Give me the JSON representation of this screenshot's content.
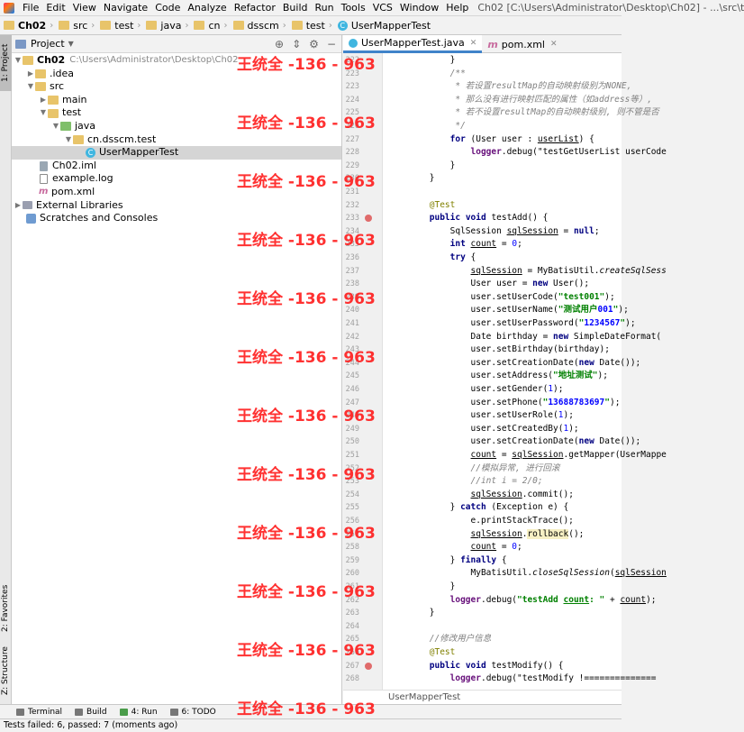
{
  "menubar": {
    "items": [
      "File",
      "Edit",
      "View",
      "Navigate",
      "Code",
      "Analyze",
      "Refactor",
      "Build",
      "Run",
      "Tools",
      "VCS",
      "Window",
      "Help"
    ],
    "window_title": "Ch02 [C:\\Users\\Administrator\\Desktop\\Ch02] - ...\\src\\t"
  },
  "navbar": {
    "crumbs": [
      "Ch02",
      "src",
      "test",
      "java",
      "cn",
      "dsscm",
      "test",
      "UserMapperTest"
    ]
  },
  "left_strip": {
    "project_tab": "1: Project",
    "favorites_tab": "2: Favorites",
    "structure_tab": "Z: Structure"
  },
  "project_panel": {
    "title": "Project",
    "tree": [
      {
        "label": "Ch02",
        "path": "C:\\Users\\Administrator\\Desktop\\Ch02",
        "icon": "folder-icon"
      },
      {
        "label": ".idea",
        "icon": "folder-icon"
      },
      {
        "label": "src",
        "icon": "folder-icon"
      },
      {
        "label": "main",
        "icon": "folder-icon"
      },
      {
        "label": "test",
        "icon": "folder-icon"
      },
      {
        "label": "java",
        "icon": "test-source-folder-icon"
      },
      {
        "label": "cn.dsscm.test",
        "icon": "package-icon"
      },
      {
        "label": "UserMapperTest",
        "icon": "class-icon"
      },
      {
        "label": "Ch02.iml",
        "icon": "module-file-icon"
      },
      {
        "label": "example.log",
        "icon": "text-file-icon"
      },
      {
        "label": "pom.xml",
        "icon": "maven-icon"
      },
      {
        "label": "External Libraries",
        "icon": "library-icon"
      },
      {
        "label": "Scratches and Consoles",
        "icon": "scratch-icon"
      }
    ]
  },
  "editor": {
    "tabs": [
      {
        "label": "UserMapperTest.java",
        "active": true
      },
      {
        "label": "pom.xml",
        "active": false
      }
    ],
    "bottom_breadcrumb": "UserMapperTest",
    "lines": [
      {
        "n": "222",
        "t": "            }"
      },
      {
        "n": "223",
        "t": "            /**"
      },
      {
        "n": "223",
        "t": "             * 若设置resultMap的自动映射级别为NONE,"
      },
      {
        "n": "224",
        "t": "             * 那么没有进行映射匹配的属性（如address等）,"
      },
      {
        "n": "225",
        "t": "             * 若不设置resultMap的自动映射级别, 则不管是否"
      },
      {
        "n": "226",
        "t": "             */"
      },
      {
        "n": "227",
        "t": "            for (User user : userList) {"
      },
      {
        "n": "228",
        "t": "                logger.debug(\"testGetUserList userCode"
      },
      {
        "n": "229",
        "t": "            }"
      },
      {
        "n": "230",
        "t": "        }"
      },
      {
        "n": "231",
        "t": ""
      },
      {
        "n": "232",
        "t": "        @Test"
      },
      {
        "n": "233",
        "t": "        public void testAdd() {"
      },
      {
        "n": "234",
        "t": "            SqlSession sqlSession = null;"
      },
      {
        "n": "235",
        "t": "            int count = 0;"
      },
      {
        "n": "236",
        "t": "            try {"
      },
      {
        "n": "237",
        "t": "                sqlSession = MyBatisUtil.createSqlSess"
      },
      {
        "n": "238",
        "t": "                User user = new User();"
      },
      {
        "n": "239",
        "t": "                user.setUserCode(\"test001\");"
      },
      {
        "n": "240",
        "t": "                user.setUserName(\"测试用户001\");"
      },
      {
        "n": "241",
        "t": "                user.setUserPassword(\"1234567\");"
      },
      {
        "n": "242",
        "t": "                Date birthday = new SimpleDateFormat("
      },
      {
        "n": "243",
        "t": "                user.setBirthday(birthday);"
      },
      {
        "n": "244",
        "t": "                user.setCreationDate(new Date());"
      },
      {
        "n": "245",
        "t": "                user.setAddress(\"地址测试\");"
      },
      {
        "n": "246",
        "t": "                user.setGender(1);"
      },
      {
        "n": "247",
        "t": "                user.setPhone(\"13688783697\");"
      },
      {
        "n": "248",
        "t": "                user.setUserRole(1);"
      },
      {
        "n": "249",
        "t": "                user.setCreatedBy(1);"
      },
      {
        "n": "250",
        "t": "                user.setCreationDate(new Date());"
      },
      {
        "n": "251",
        "t": "                count = sqlSession.getMapper(UserMappe"
      },
      {
        "n": "252",
        "t": "                //模拟异常, 进行回滚"
      },
      {
        "n": "253",
        "t": "                //int i = 2/0;"
      },
      {
        "n": "254",
        "t": "                sqlSession.commit();"
      },
      {
        "n": "255",
        "t": "            } catch (Exception e) {"
      },
      {
        "n": "256",
        "t": "                e.printStackTrace();"
      },
      {
        "n": "257",
        "t": "                sqlSession.rollback();"
      },
      {
        "n": "258",
        "t": "                count = 0;"
      },
      {
        "n": "259",
        "t": "            } finally {"
      },
      {
        "n": "260",
        "t": "                MyBatisUtil.closeSqlSession(sqlSession"
      },
      {
        "n": "261",
        "t": "            }"
      },
      {
        "n": "262",
        "t": "            logger.debug(\"testAdd count: \" + count);"
      },
      {
        "n": "263",
        "t": "        }"
      },
      {
        "n": "264",
        "t": ""
      },
      {
        "n": "265",
        "t": "        //修改用户信息"
      },
      {
        "n": "266",
        "t": "        @Test"
      },
      {
        "n": "267",
        "t": "        public void testModify() {"
      },
      {
        "n": "268",
        "t": "            logger.debug(\"testModify !=============="
      }
    ]
  },
  "bottom_tools": [
    "Terminal",
    "Build",
    "4: Run",
    "6: TODO"
  ],
  "status": "Tests failed: 6, passed: 7 (moments ago)",
  "watermark": "王统全 -136 - 963"
}
